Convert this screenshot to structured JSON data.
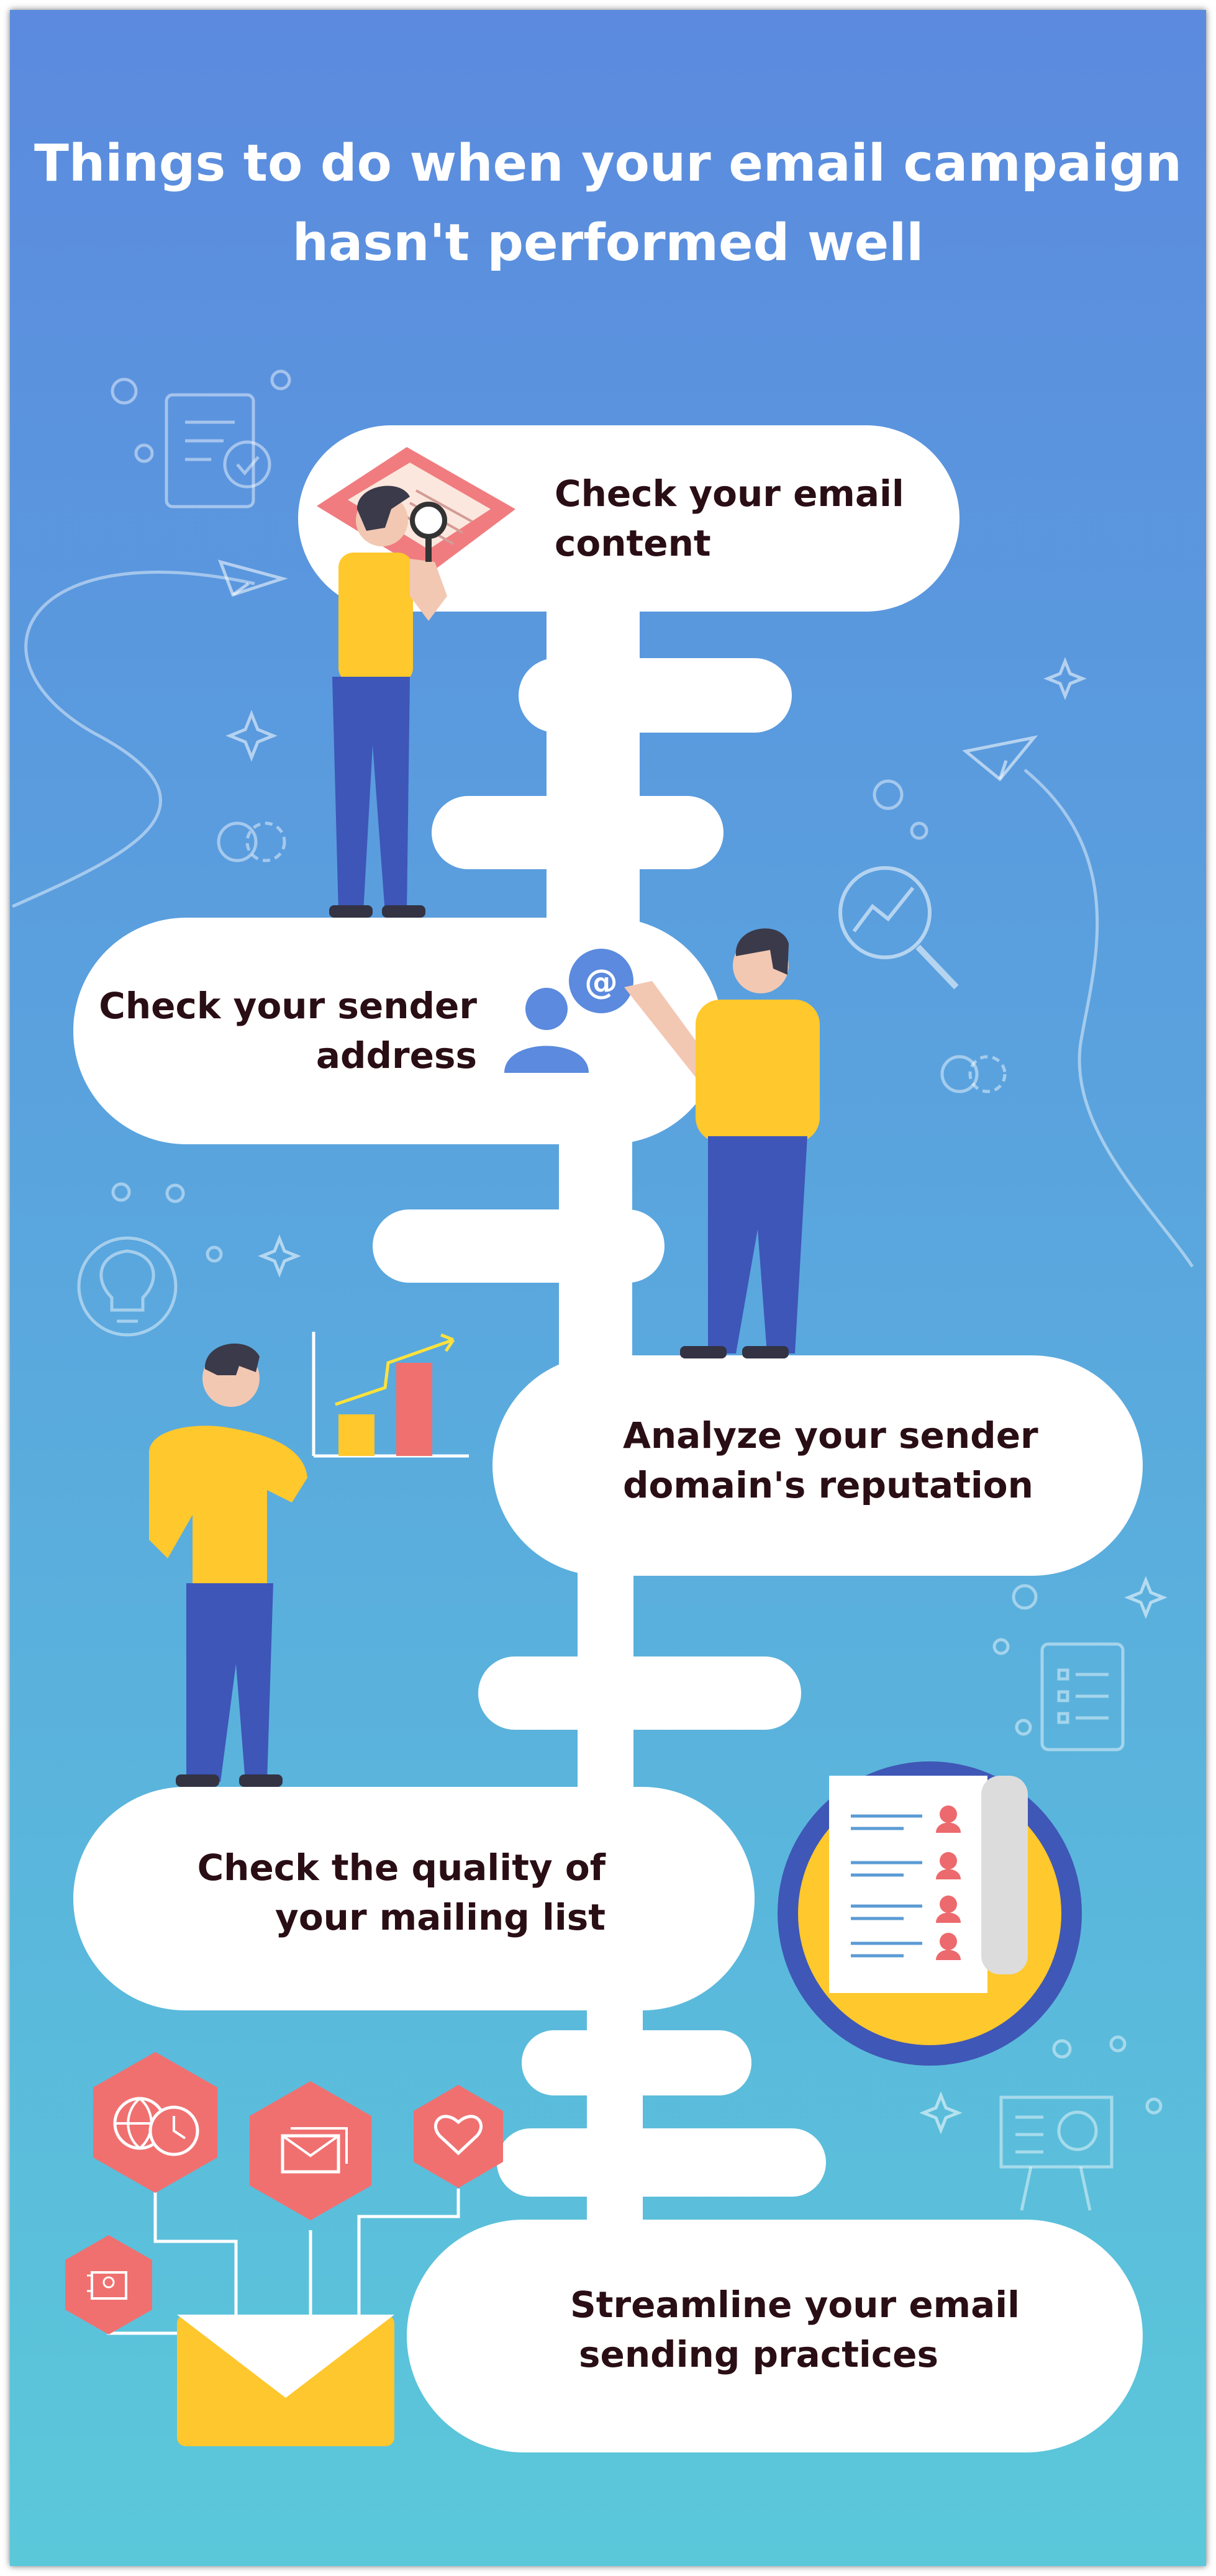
{
  "title": {
    "line1": "Things to do when your email campaign",
    "line2": "hasn't performed well"
  },
  "steps": [
    {
      "line1": "Check your email",
      "line2": "content"
    },
    {
      "line1": "Check your sender",
      "line2": "address"
    },
    {
      "line1": "Analyze your sender",
      "line2": "domain's reputation"
    },
    {
      "line1": "Check the quality of",
      "line2": "your mailing list"
    },
    {
      "line1": "Streamline your email",
      "line2": "sending practices"
    }
  ],
  "icons": {
    "email_symbol": "@"
  },
  "colors": {
    "background_top": "#5b8ade",
    "background_bottom": "#5bc8da",
    "card": "#ffffff",
    "text_dark": "#2a0e15",
    "shirt_yellow": "#ffc82c",
    "pants_blue": "#3d56b8",
    "accent_coral": "#f07070",
    "envelope_yellow": "#ffc72e"
  }
}
